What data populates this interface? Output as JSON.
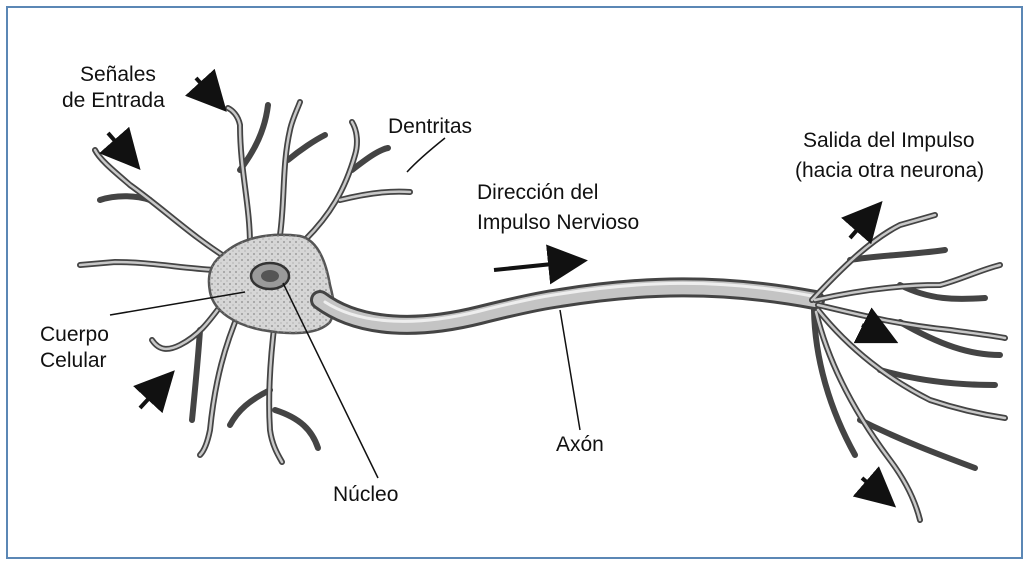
{
  "labels": {
    "input_signals_line1": "Señales",
    "input_signals_line2": "de Entrada",
    "dendrites": "Dentritas",
    "impulse_direction_line1": "Dirección del",
    "impulse_direction_line2": "Impulso Nervioso",
    "output_line1": "Salida del Impulso",
    "output_line2": "(hacia otra neurona)",
    "cell_body_line1": "Cuerpo",
    "cell_body_line2": "Celular",
    "axon": "Axón",
    "nucleus": "Núcleo"
  },
  "colors": {
    "border": "#5b87b5",
    "neuron_fill": "#bfbfbf",
    "neuron_stroke": "#555555",
    "arrow": "#111111"
  }
}
